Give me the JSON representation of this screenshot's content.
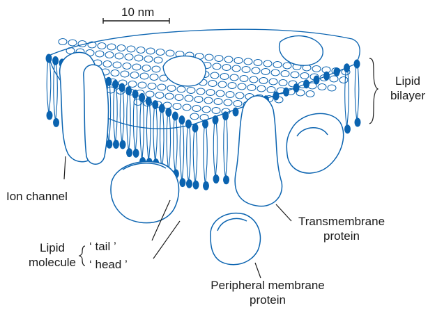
{
  "colors": {
    "membrane": "#0a63b0",
    "head": "#0a63b0",
    "leader": "#1a1a1a",
    "background": "#ffffff"
  },
  "scale_bar": {
    "label": "10 nm"
  },
  "labels": {
    "lipid_bilayer": [
      "Lipid",
      "bilayer"
    ],
    "ion_channel": "Ion channel",
    "transmembrane": [
      "Transmembrane",
      "protein"
    ],
    "lipid_molecule": [
      "Lipid",
      "molecule"
    ],
    "tail": "‘ tail ’",
    "head": "‘ head ’",
    "peripheral": [
      "Peripheral membrane",
      "protein"
    ]
  }
}
